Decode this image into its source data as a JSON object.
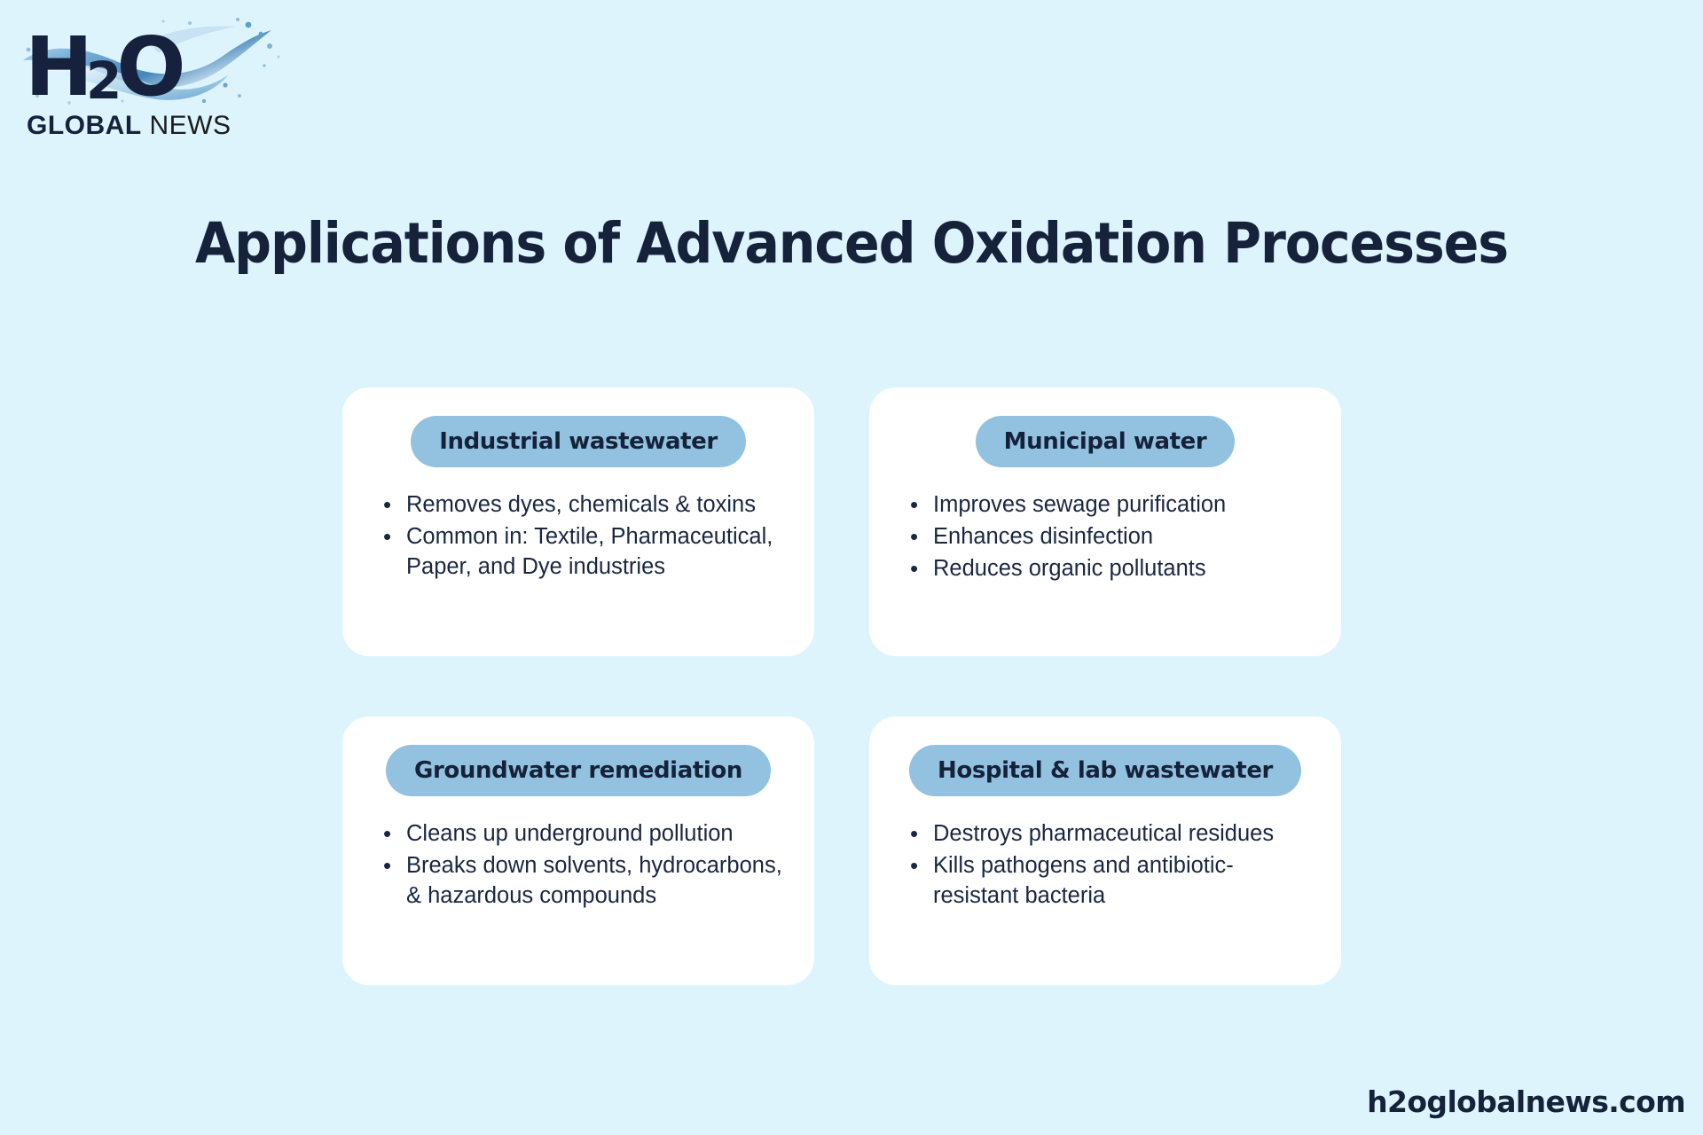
{
  "colors": {
    "background": "#ddf4fd",
    "card": "#ffffff",
    "pill": "#93c2e0",
    "text_dark": "#15223a",
    "body_text": "#1a2740"
  },
  "logo": {
    "mark_h": "H",
    "mark_2": "2",
    "mark_o": "O",
    "word_bold": "GLOBAL",
    "word_light": " NEWS",
    "splash_icon": "water-splash-icon"
  },
  "title": "Applications of Advanced Oxidation Processes",
  "cards": [
    {
      "heading": "Industrial wastewater",
      "bullets": [
        "Removes dyes, chemicals & toxins",
        "Common in: Textile, Pharmaceutical, Paper, and Dye industries"
      ]
    },
    {
      "heading": "Municipal water",
      "bullets": [
        "Improves sewage purification",
        "Enhances disinfection",
        "Reduces organic pollutants"
      ]
    },
    {
      "heading": "Groundwater remediation",
      "bullets": [
        "Cleans up underground pollution",
        "Breaks down solvents, hydrocarbons, & hazardous compounds"
      ]
    },
    {
      "heading": "Hospital & lab wastewater",
      "bullets": [
        "Destroys pharmaceutical residues",
        "Kills pathogens and antibiotic-resistant bacteria"
      ]
    }
  ],
  "footer": {
    "url": "h2oglobalnews.com"
  }
}
